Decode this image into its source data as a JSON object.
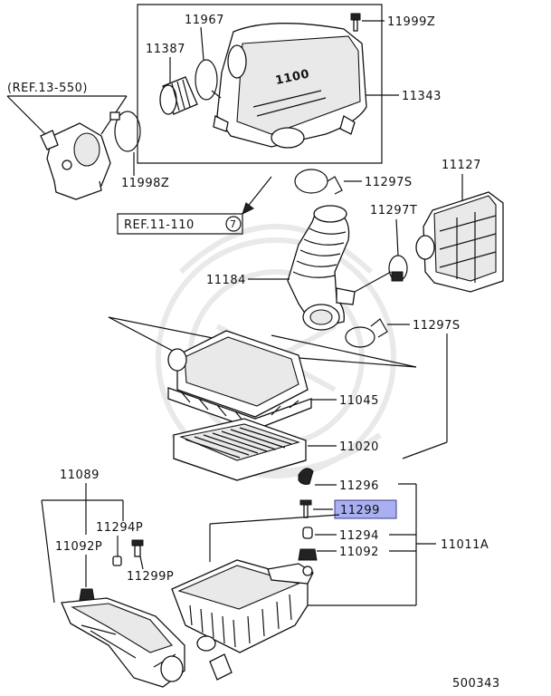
{
  "labels": {
    "p11967": "11967",
    "p11999z": "11999Z",
    "p11387": "11387",
    "p11343": "11343",
    "ref13550": "(REF.13-550)",
    "p11998z": "11998Z",
    "ref11110": "REF.11-110",
    "ref11110_num": "7",
    "p11297s_top": "11297S",
    "p11127": "11127",
    "p11297t": "11297T",
    "p11184": "11184",
    "p11297s_bottom": "11297S",
    "p11045": "11045",
    "p11020": "11020",
    "p11296": "11296",
    "p11089": "11089",
    "p11299_highlight": "11299",
    "p11294p": "11294P",
    "p11092p": "11092P",
    "p11294": "11294",
    "p11011a": "11011A",
    "p11092": "11092",
    "p11299p": "11299P",
    "diagram_id": "500343",
    "cover_text": "1100"
  },
  "colors": {
    "highlight_fill": "#a9aff0",
    "highlight_stroke": "#3a3f8a",
    "line": "#111111",
    "watermark": "#e4e4e4"
  },
  "highlighted_part": "11299"
}
